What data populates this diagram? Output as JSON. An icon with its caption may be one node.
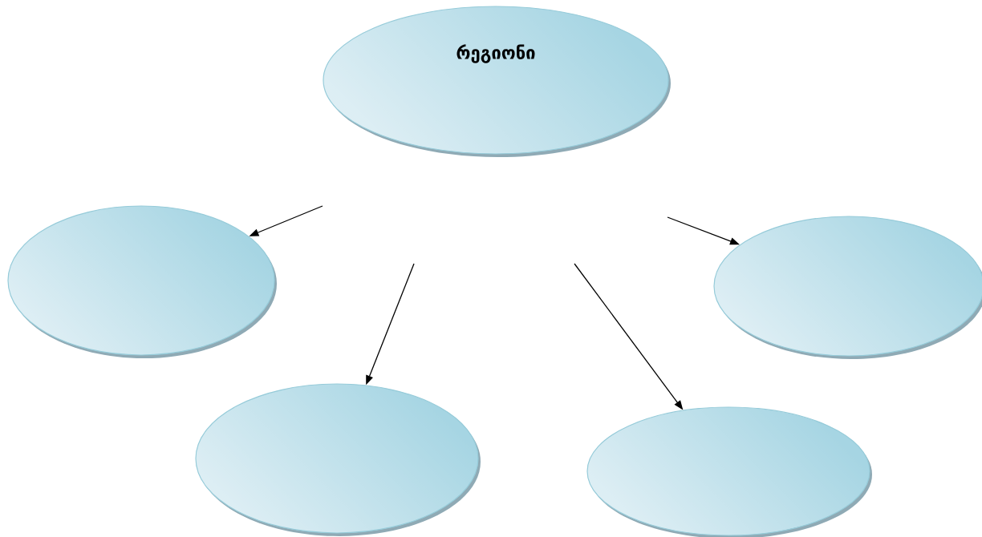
{
  "diagram": {
    "nodes": [
      {
        "text": [
          "რეგიონი"
        ]
      },
      {
        "text": [],
        "shape": "ellipse"
      },
      {
        "text": [],
        "shape": "ellipse"
      },
      {
        "text": [],
        "shape": "ellipse"
      },
      {
        "text": [],
        "shape": "ellipse"
      }
    ],
    "edges": [
      {
        "from": null,
        "to": 1,
        "arrow": "to"
      },
      {
        "from": null,
        "to": 3,
        "arrow": "to"
      },
      {
        "from": 0,
        "to": 4,
        "arrow": "to"
      },
      {
        "from": null,
        "to": 2,
        "arrow": "to"
      }
    ]
  }
}
